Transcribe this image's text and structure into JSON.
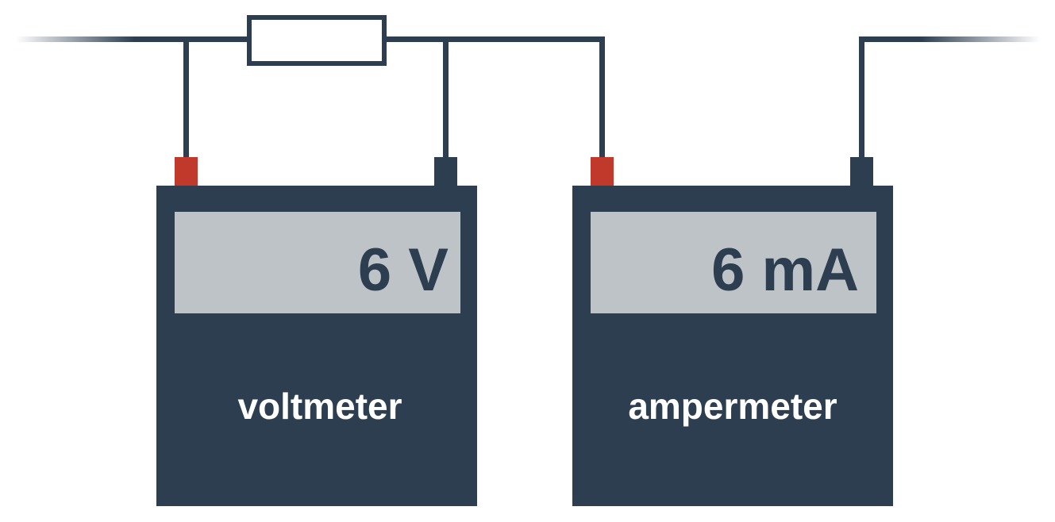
{
  "colors": {
    "wire": "#2d3e50",
    "meter_body": "#2d3e50",
    "display": "#bdc3c7",
    "positive_terminal": "#c0392b",
    "negative_terminal": "#2d3e50",
    "label_text": "#ffffff",
    "reading_text": "#2d3e50"
  },
  "voltmeter": {
    "reading": "6 V",
    "label": "voltmeter"
  },
  "ammeter": {
    "reading": "6 mA",
    "label": "ampermeter"
  }
}
